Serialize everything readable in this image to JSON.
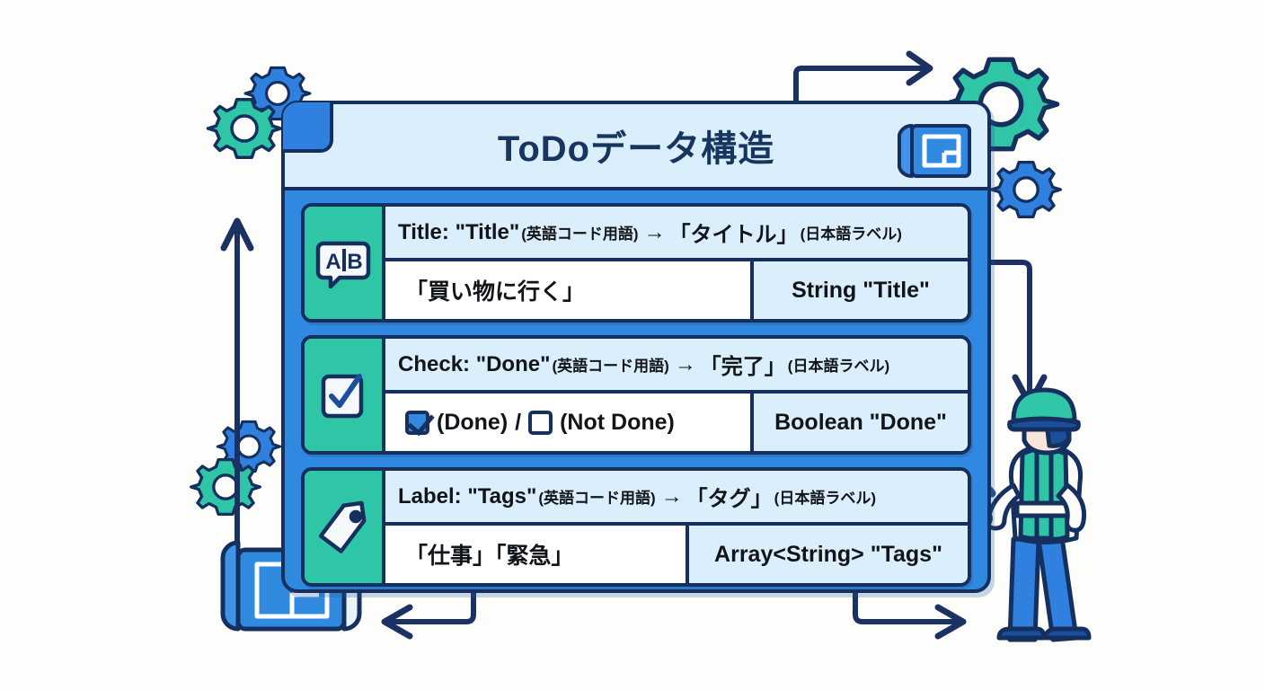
{
  "page": {
    "title": "ToDoデータ構造",
    "background_color": "#fdfdfb",
    "accent_blue": "#2f8ae0",
    "accent_teal": "#2fc6a8",
    "outline_navy": "#15305e",
    "panel_light": "#dbeefb"
  },
  "header": {
    "title": "ToDoデータ構造",
    "icon": "blueprint-roll-icon"
  },
  "rows": [
    {
      "icon": "translate-ab-bubble-icon",
      "label": {
        "main": "Title: \"Title\"",
        "note_en": "(英語コード用語)",
        "arrow": "→",
        "main_ja": "「タイトル」",
        "note_ja": "(日本語ラベル)"
      },
      "example": "「買い物に行く」",
      "type": "String \"Title\""
    },
    {
      "icon": "checkbox-check-icon",
      "label": {
        "main": "Check: \"Done\"",
        "note_en": "(英語コード用語)",
        "arrow": "→",
        "main_ja": "「完了」",
        "note_ja": "(日本語ラベル)"
      },
      "example_checked": "(Done)",
      "example_sep": "/",
      "example_unchecked": "(Not Done)",
      "type": "Boolean \"Done\""
    },
    {
      "icon": "tag-label-icon",
      "label": {
        "main": "Label: \"Tags\"",
        "note_en": "(英語コード用語)",
        "arrow": "→",
        "main_ja": "「タグ」",
        "note_ja": "(日本語ラベル)"
      },
      "example": "「仕事」「緊急」",
      "type": "Array<String> \"Tags\""
    }
  ],
  "decorations": {
    "gears": [
      {
        "name": "gear-top-left-blue",
        "color": "#2f80df"
      },
      {
        "name": "gear-top-left-teal",
        "color": "#2fc6a8"
      },
      {
        "name": "gear-top-right-teal",
        "color": "#2fc6a8"
      },
      {
        "name": "gear-top-right-blue",
        "color": "#2f80df"
      },
      {
        "name": "gear-mid-left-blue",
        "color": "#2f80df"
      },
      {
        "name": "gear-mid-left-teal",
        "color": "#2fc6a8"
      }
    ],
    "arrows": [
      {
        "name": "arrow-top-right",
        "direction": "right"
      },
      {
        "name": "arrow-right-down",
        "direction": "down"
      },
      {
        "name": "arrow-left-up",
        "direction": "up"
      },
      {
        "name": "arrow-bottom-left",
        "direction": "left"
      },
      {
        "name": "arrow-bottom-right",
        "direction": "right"
      }
    ],
    "worker": {
      "name": "inspector-worker-figure",
      "helmet_color": "#2fc6a8",
      "vest_color": "#2fc6a8",
      "pants_color": "#2f80df",
      "tool": "magnifying-glass-icon"
    },
    "blueprint_scroll": {
      "name": "blueprint-scroll-icon",
      "color": "#2f8ae0"
    }
  }
}
